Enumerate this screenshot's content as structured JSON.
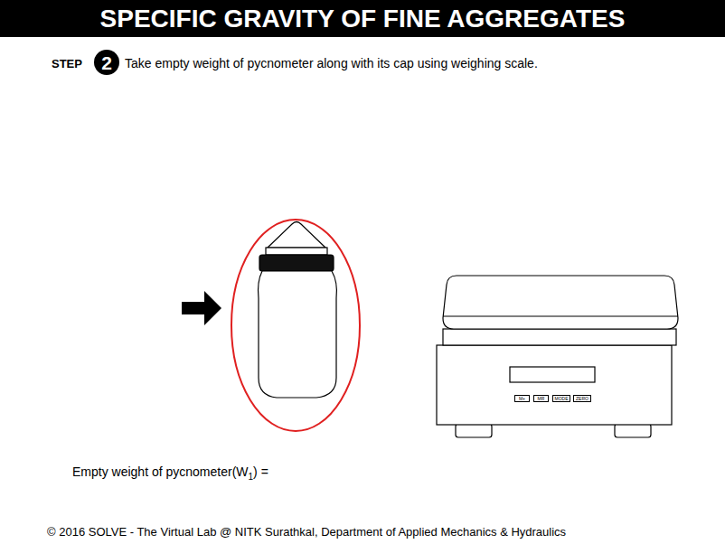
{
  "diagram": {
    "title": "SPECIFIC GRAVITY OF FINE AGGREGATES",
    "nodes": [
      {
        "text": [
          "2"
        ]
      },
      {
        "text": [
          "M+"
        ]
      },
      {
        "text": [
          "MR"
        ]
      },
      {
        "text": [
          "MODE"
        ]
      },
      {
        "text": [
          "ZERO"
        ]
      }
    ],
    "labels": [
      "STEP",
      "Take empty weight of pycnometer along with its cap using weighing scale.",
      "Empty weight of pycnometer(W",
      "1",
      ") =",
      "© 2016 SOLVE - The Virtual Lab @ NITK Surathkal, Department of Applied Mechanics & Hydraulics"
    ]
  }
}
